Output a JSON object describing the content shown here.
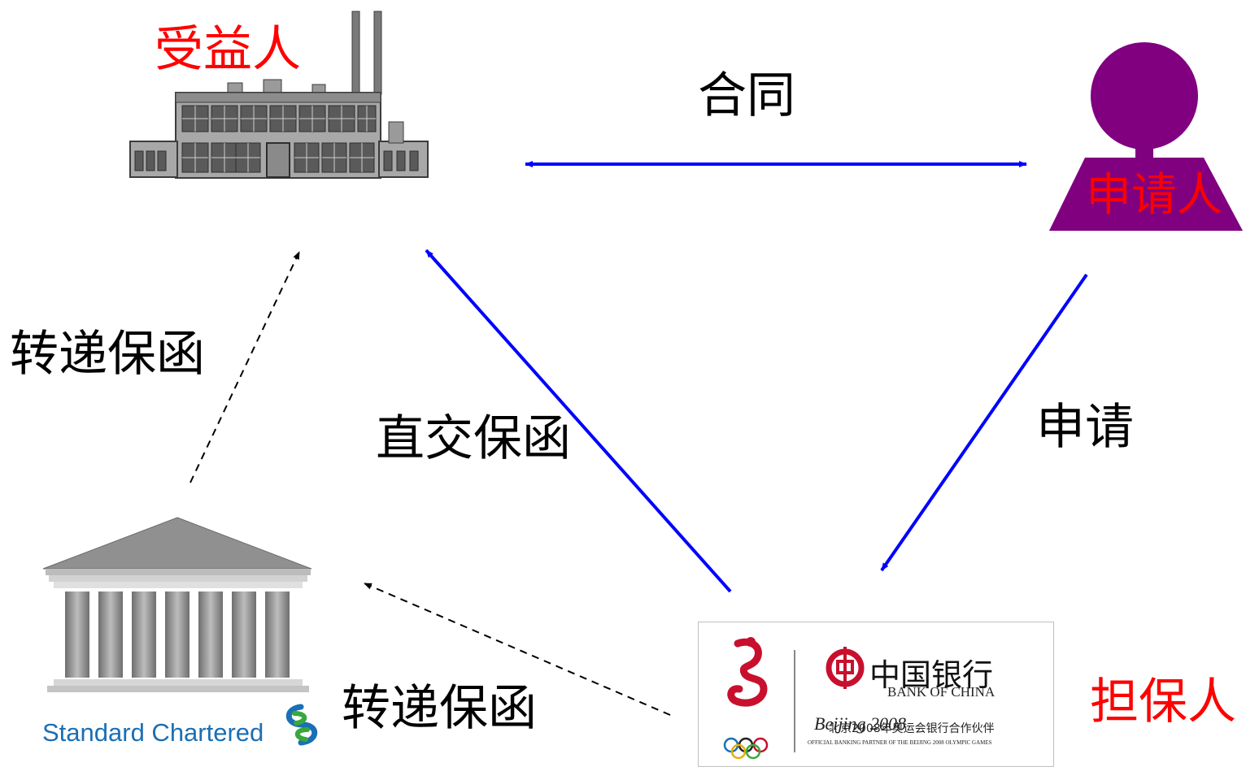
{
  "nodes": {
    "beneficiary": {
      "label": "受益人",
      "icon": "factory-icon"
    },
    "applicant": {
      "label": "申请人",
      "icon": "person-icon"
    },
    "guarantor": {
      "label": "担保人",
      "icon": "bank-of-china-logo"
    },
    "advising_bank": {
      "icon": "bank-building-icon",
      "brand": "Standard Chartered"
    }
  },
  "edges": {
    "contract": "合同",
    "apply": "申请",
    "direct_issue": "直交保函",
    "forward_upper": "转递保函",
    "forward_lower": "转递保函"
  },
  "bank_of_china_panel": {
    "name_cn": "中国银行",
    "name_en": "BANK OF CHINA",
    "olympic_mark": "Beijing 2008",
    "partner_cn": "北京2008年奥运会银行合作伙伴",
    "partner_en": "OFFICIAL BANKING PARTNER OF THE BEIJING 2008 OLYMPIC GAMES"
  },
  "colors": {
    "arrow_solid": "#0000ff",
    "arrow_dashed": "#000000",
    "person": "#800080",
    "role_label": "#ff0000",
    "boc_red": "#c8102e",
    "sc_blue": "#1a6fb5",
    "sc_green": "#38a83c"
  }
}
